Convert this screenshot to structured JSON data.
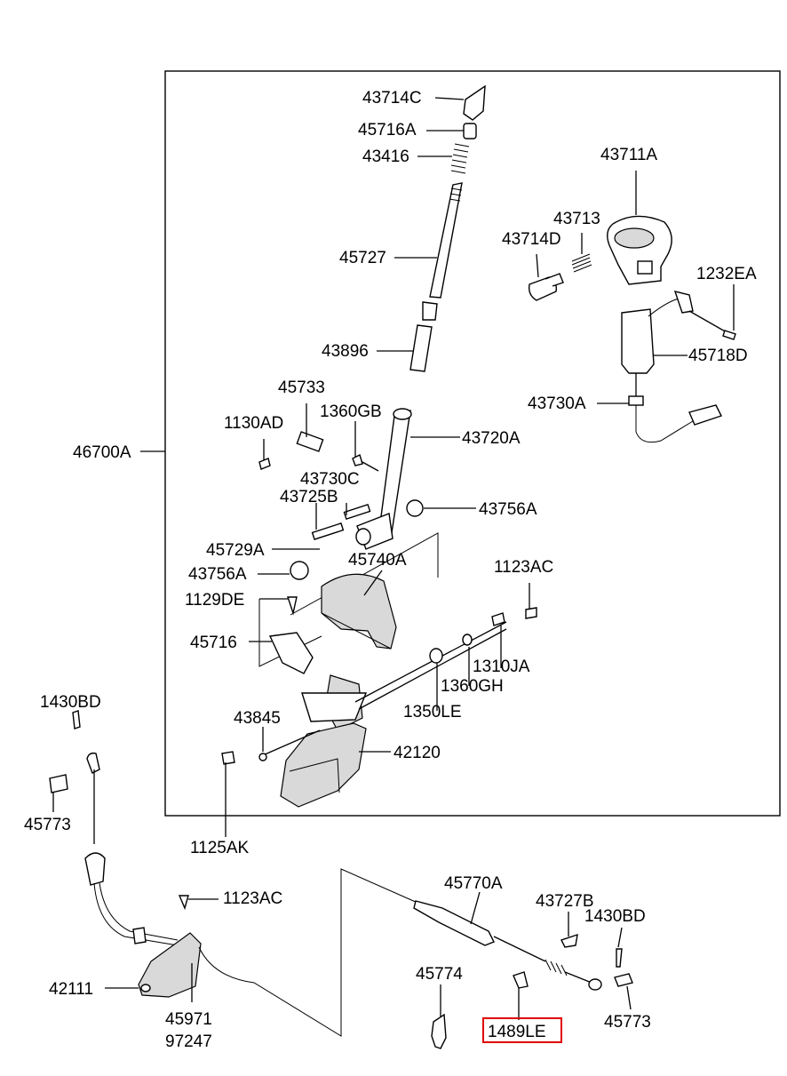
{
  "diagram": {
    "highlighted_part": "1489LE",
    "highlight_color": "#e00000",
    "labels": {
      "p43714C": "43714C",
      "p45716A": "45716A",
      "p43416": "43416",
      "p45727": "45727",
      "p43896": "43896",
      "p43711A": "43711A",
      "p43713": "43713",
      "p43714D": "43714D",
      "p1232EA": "1232EA",
      "p45718D": "45718D",
      "p43730A": "43730A",
      "p45733": "45733",
      "p1130AD": "1130AD",
      "p1360GB": "1360GB",
      "p43720A": "43720A",
      "p46700A": "46700A",
      "p43730C": "43730C",
      "p43725B": "43725B",
      "p43756A_r": "43756A",
      "p45729A": "45729A",
      "p45740A": "45740A",
      "p43756A_l": "43756A",
      "p1123AC_top": "1123AC",
      "p1129DE": "1129DE",
      "p45716": "45716",
      "p1310JA": "1310JA",
      "p1360GH": "1360GH",
      "p1350LE": "1350LE",
      "p1430BD_l": "1430BD",
      "p43845": "43845",
      "p42120": "42120",
      "p45773_l": "45773",
      "p1125AK": "1125AK",
      "p45770A": "45770A",
      "p1123AC_bot": "1123AC",
      "p43727B": "43727B",
      "p1430BD_r": "1430BD",
      "p42111": "42111",
      "p45774": "45774",
      "p45971": "45971",
      "p97247": "97247",
      "p1489LE": "1489LE",
      "p45773_r": "45773"
    }
  }
}
